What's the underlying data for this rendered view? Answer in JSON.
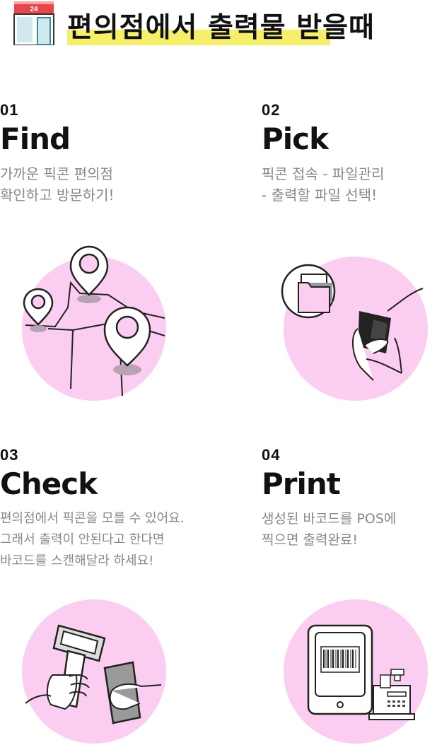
{
  "header": {
    "store_sign": "24",
    "title": "편의점에서 출력물 받을때"
  },
  "steps": [
    {
      "number": "01",
      "name": "Find",
      "desc": [
        "가까운 픽콘 편의점",
        "확인하고 방문하기!"
      ],
      "icon": "map-pins-icon"
    },
    {
      "number": "02",
      "name": "Pick",
      "desc": [
        "픽콘 접속 - 파일관리",
        "- 출력할 파일 선택!"
      ],
      "icon": "phone-folder-icon"
    },
    {
      "number": "03",
      "name": "Check",
      "desc": [
        "편의점에서 픽콘을 모를 수 있어요.",
        "그래서 출력이 안된다고 한다면",
        "바코드를 스캔해달라 하세요!"
      ],
      "icon": "barcode-scanner-icon"
    },
    {
      "number": "04",
      "name": "Print",
      "desc": [
        "생성된 바코드를 POS에",
        "찍으면 출력완료!"
      ],
      "icon": "pos-terminal-icon"
    }
  ],
  "colors": {
    "accent_circle": "#fbcdf0",
    "title_highlight": "#f5ef6a",
    "store_red": "#e8464a",
    "store_teal": "#3a8c95"
  }
}
